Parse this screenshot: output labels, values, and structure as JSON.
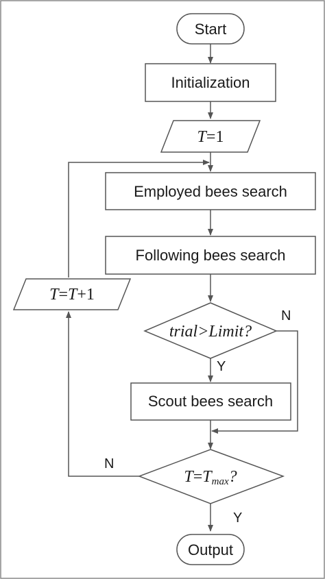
{
  "nodes": {
    "start": "Start",
    "initialization": "Initialization",
    "t_init": {
      "var": "T",
      "rest": "=1"
    },
    "employed": "Employed bees search",
    "following": "Following bees search",
    "trial_check": "trial>Limit?",
    "scout": "Scout bees search",
    "t_check": {
      "lhs": "T",
      "eq": "=",
      "rhs": "T",
      "sub": "max",
      "q": "?"
    },
    "t_increment": {
      "var1": "T",
      "eq": "=",
      "var2": "T",
      "rest": "+1"
    },
    "output": "Output"
  },
  "labels": {
    "trial_no": "N",
    "trial_yes": "Y",
    "t_no": "N",
    "t_yes": "Y"
  }
}
